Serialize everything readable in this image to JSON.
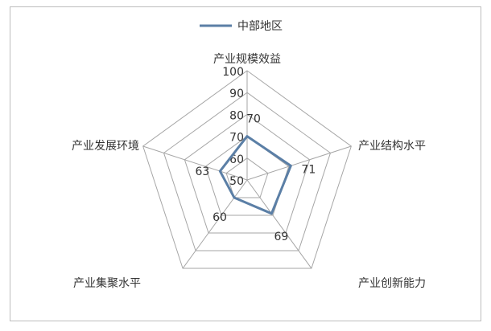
{
  "chart_data": {
    "type": "radar",
    "title": "",
    "axes": [
      "产业规模效益",
      "产业结构水平",
      "产业创新能力",
      "产业集聚水平",
      "产业发展环境"
    ],
    "series": [
      {
        "name": "中部地区",
        "values": [
          70,
          71,
          69,
          60,
          63
        ],
        "color": "#5b7fa6"
      }
    ],
    "rlim": [
      50,
      100
    ],
    "ticks": [
      50,
      60,
      70,
      80,
      90,
      100
    ],
    "legend": "top",
    "grid": true
  }
}
